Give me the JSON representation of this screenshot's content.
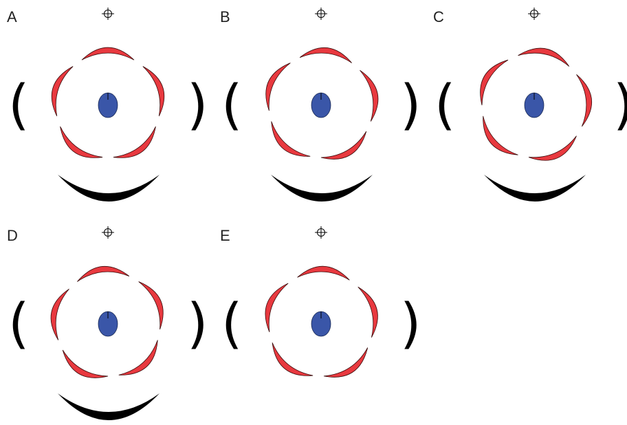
{
  "colors": {
    "petal_fill": "#e8393f",
    "petal_stroke": "#3a0a0a",
    "center_fill": "#3a56a8",
    "center_stroke": "#1a2a55",
    "ink": "#000000",
    "label": "#222222"
  },
  "panels": [
    {
      "label": "A",
      "rotation": 0,
      "show_smile": true
    },
    {
      "label": "B",
      "rotation": 6,
      "show_smile": true
    },
    {
      "label": "C",
      "rotation": 12,
      "show_smile": true
    },
    {
      "label": "D",
      "rotation": -6,
      "show_smile": true
    },
    {
      "label": "E",
      "rotation": 3,
      "show_smile": false
    }
  ]
}
